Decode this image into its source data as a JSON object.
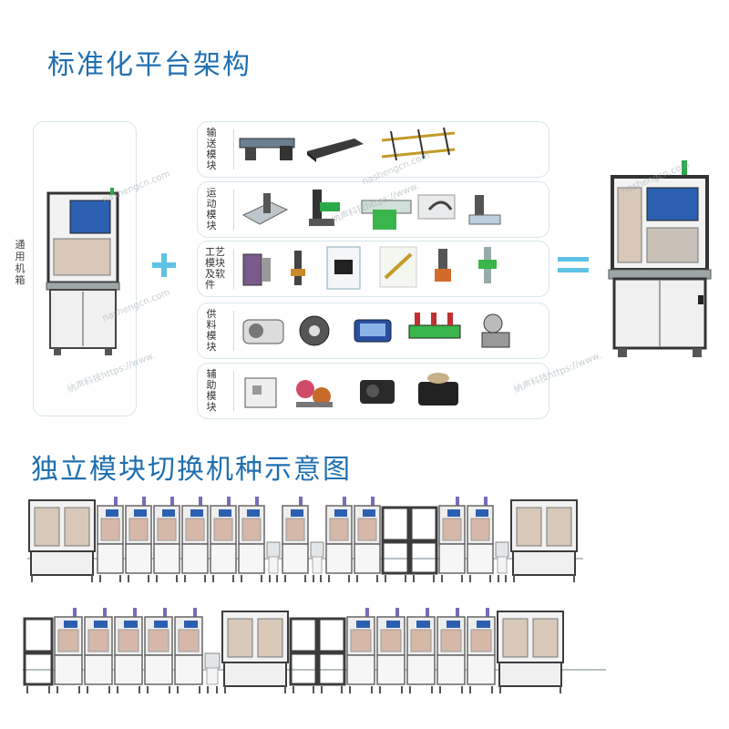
{
  "titles": {
    "platform": "标准化平台架构",
    "switching": "独立模块切换机种示意图"
  },
  "general_cabinet": "通用机箱",
  "modules": [
    {
      "label": "输送模块"
    },
    {
      "label": "运动模块"
    },
    {
      "label": "工艺模块及软件"
    },
    {
      "label": "供料模块"
    },
    {
      "label": "辅助模块"
    }
  ],
  "watermarks": [
    "nashengcn.com",
    "nashengcn.com",
    "nashengcn.com",
    "nashengcn.com",
    "纳声科技https://www.",
    "纳声科技https://www.",
    "纳声科技https://www."
  ],
  "colors": {
    "accent": "#1f6fb0",
    "operator": "#5ec2e6",
    "frame": "#3c3c3c",
    "panel": "#e9ecec"
  }
}
